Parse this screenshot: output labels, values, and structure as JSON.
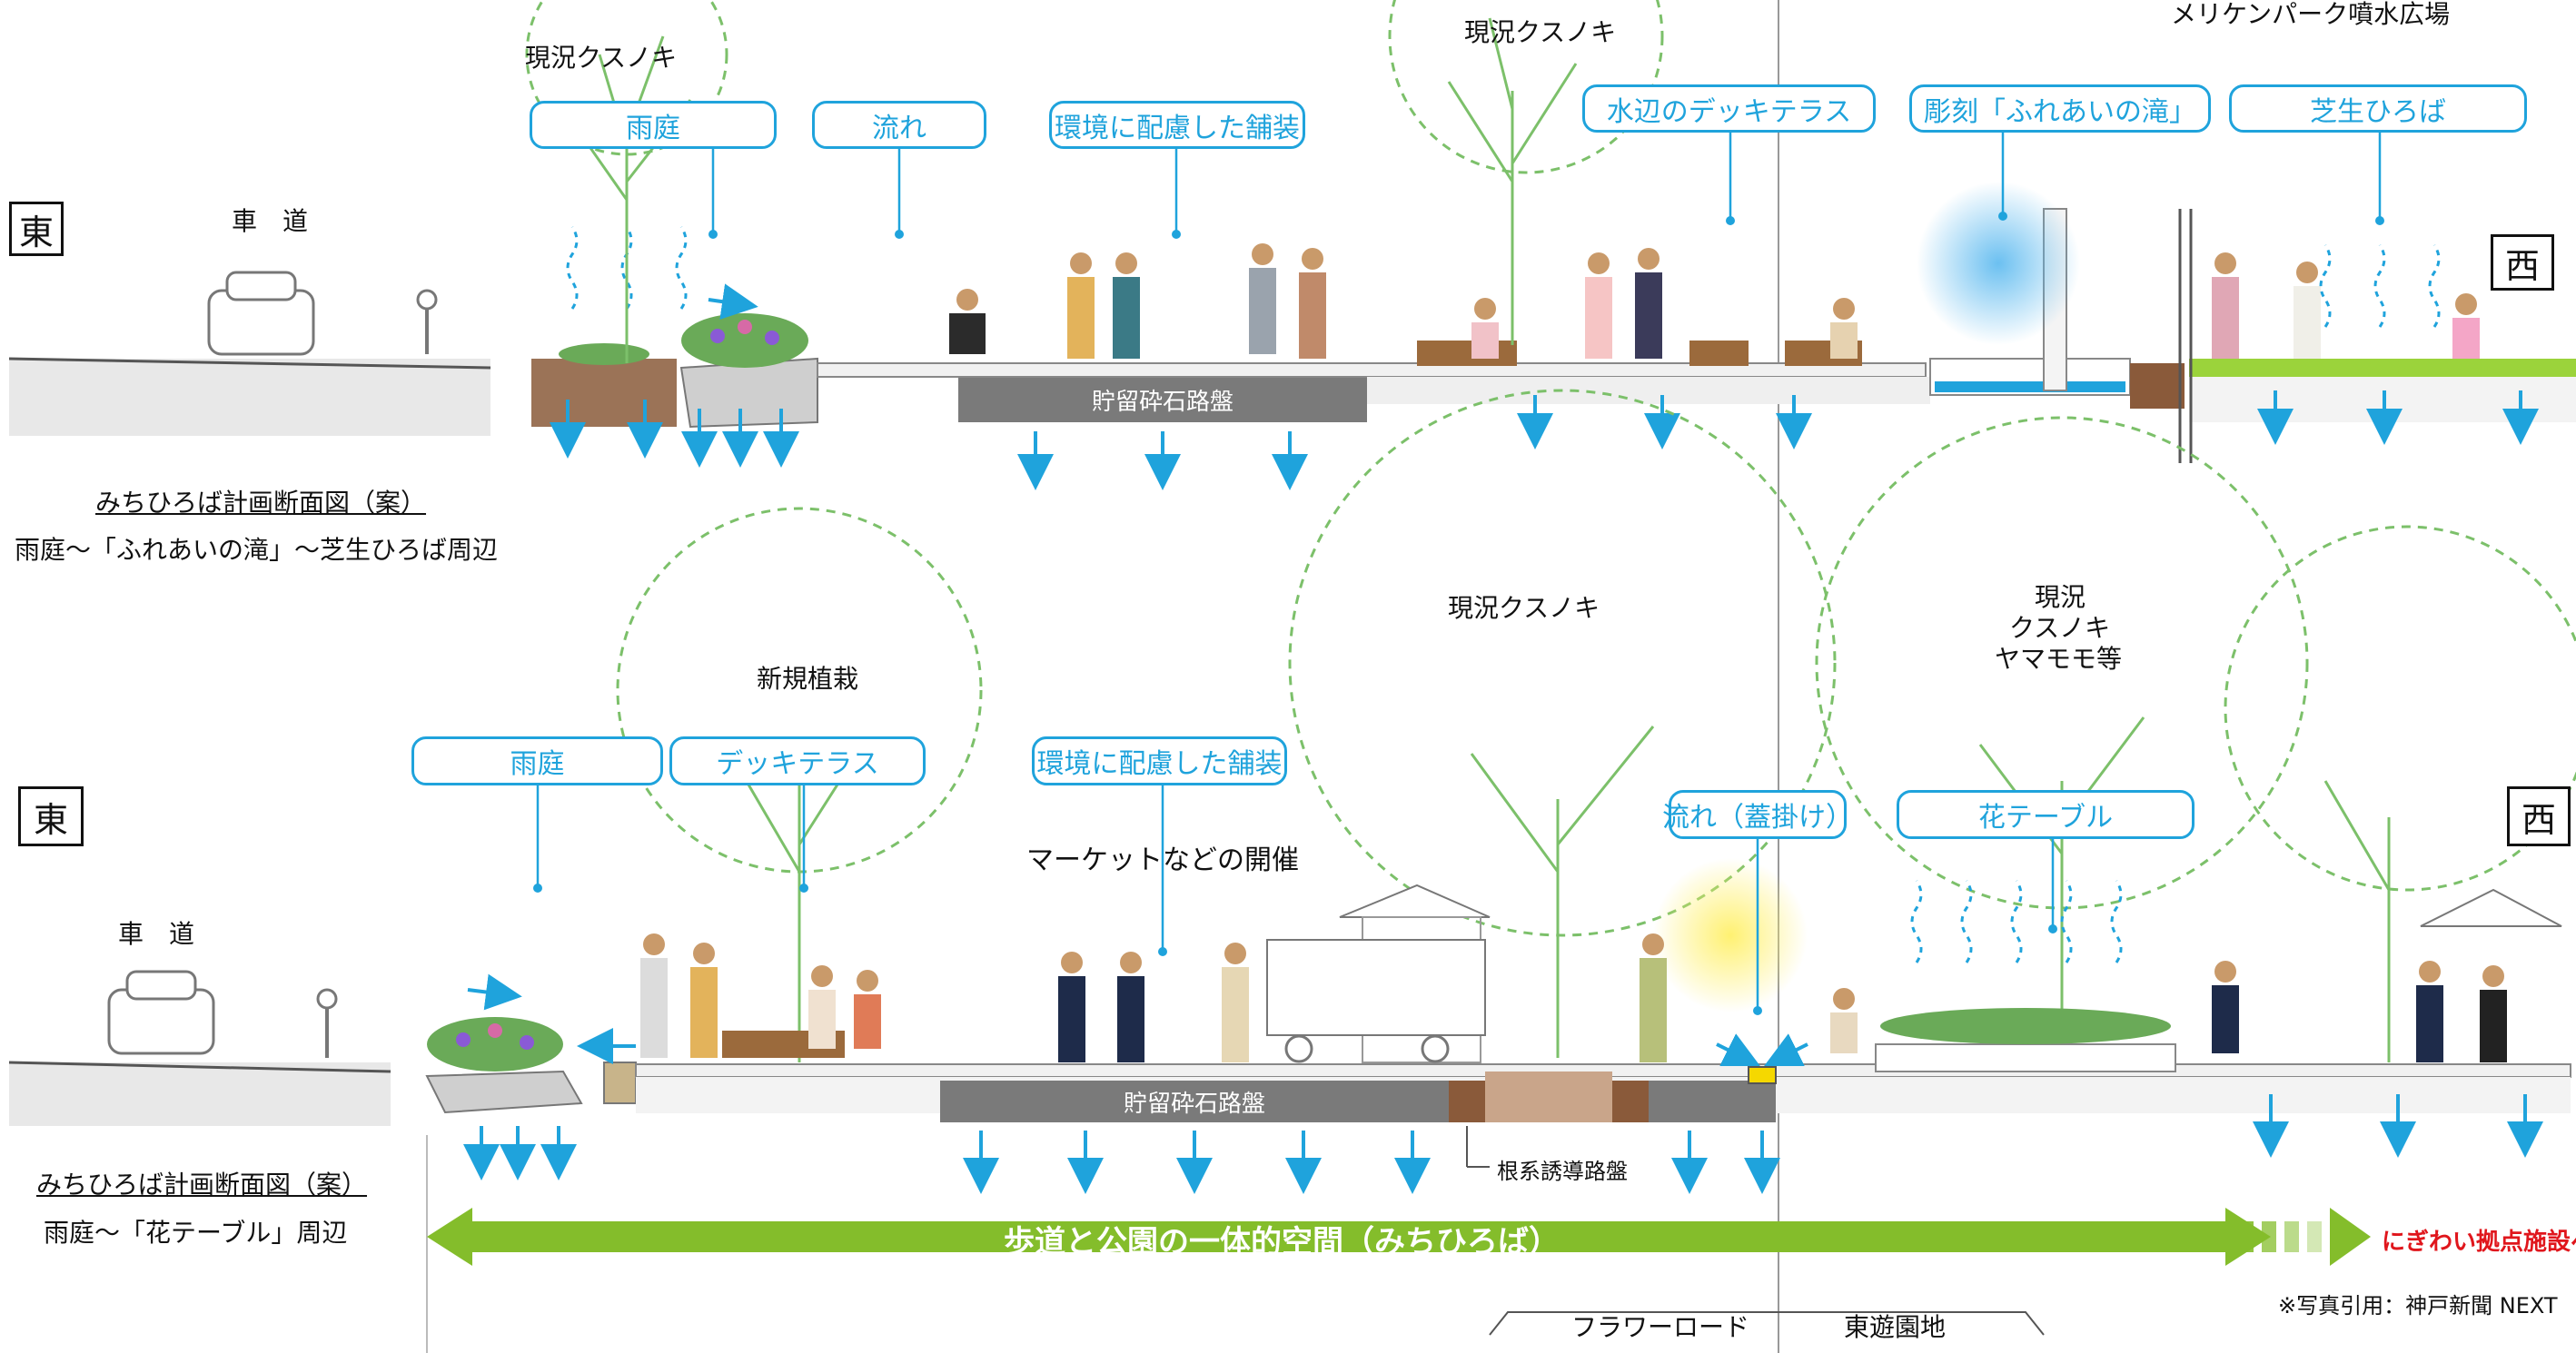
{
  "top": {
    "east_label": "東",
    "west_label": "西",
    "roadway_label": "車　道",
    "tree_label_1": "現況クスノキ",
    "tree_label_2": "現況クスノキ",
    "park_label": "メリケンパーク噴水広場",
    "pills": {
      "rain_garden": "雨庭",
      "flow": "流れ",
      "eco_paving": "環境に配慮した舗装",
      "deck_terrace": "水辺のデッキテラス",
      "sculpture": "彫刻「ふれあいの滝」",
      "lawn": "芝生ひろば"
    },
    "gravel_base": "貯留砕石路盤",
    "section_title": "みちひろば計画断面図（案）",
    "section_caption": "雨庭～「ふれあいの滝」～芝生ひろば周辺"
  },
  "bottom": {
    "east_label": "東",
    "west_label": "西",
    "roadway_label": "車　道",
    "new_planting": "新規植栽",
    "tree_label_1": "現況クスノキ",
    "tree_label_2_line1": "現況",
    "tree_label_2_line2": "クスノキ",
    "tree_label_2_line3": "ヤマモモ等",
    "market": "マーケットなどの開催",
    "pills": {
      "rain_garden": "雨庭",
      "deck_terrace": "デッキテラス",
      "eco_paving": "環境に配慮した舗装",
      "covered_flow": "流れ（蓋掛け）",
      "flower_table": "花テーブル"
    },
    "gravel_base": "貯留砕石路盤",
    "root_base": "根系誘導路盤",
    "section_title": "みちひろば計画断面図（案）",
    "section_caption": "雨庭～「花テーブル」周辺",
    "banner": "歩道と公園の一体的空間（みちひろば）",
    "to_facility": "にぎわい拠点施設へ",
    "credit": "※写真引用：神戸新聞 NEXT",
    "flower_road": "フラワーロード",
    "east_park": "東遊園地"
  },
  "colors": {
    "accent_blue": "#1fa3dc",
    "tree_green": "#7cc06a",
    "banner_green": "#84bd2b",
    "soil_brown": "#8a5a3a",
    "gravel_gray": "#7a7a7a",
    "red_text": "#e0161c"
  }
}
